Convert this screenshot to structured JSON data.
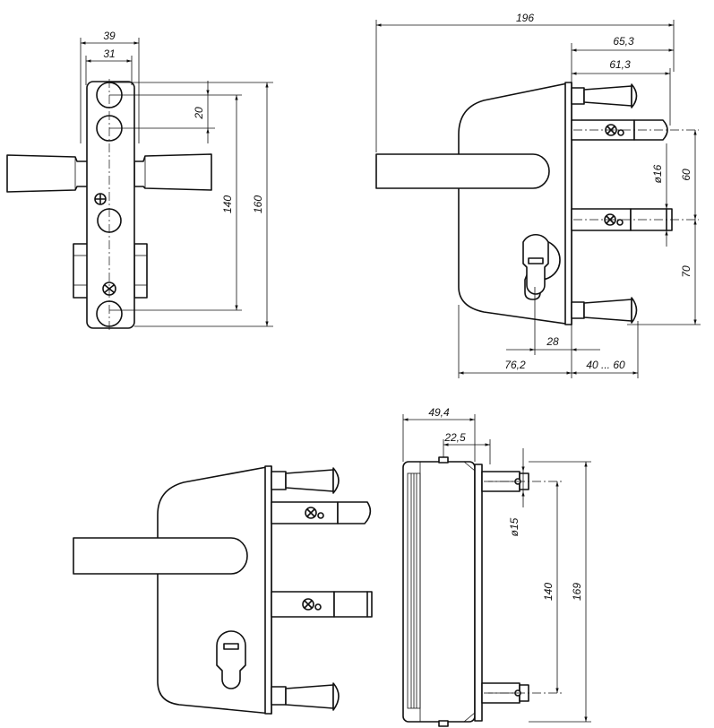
{
  "dimensions": {
    "v1_width_outer": "39",
    "v1_width_inner": "31",
    "v1_small": "20",
    "v1_mid": "140",
    "v1_total": "160",
    "v2_overall": "196",
    "v2_a": "65,3",
    "v2_b": "61,3",
    "v2_diam": "ø16",
    "v2_60": "60",
    "v2_70": "70",
    "v2_28": "28",
    "v2_762": "76,2",
    "v2_range": "40 ... 60",
    "v4_494": "49,4",
    "v4_225": "22,5",
    "v4_diam": "ø15",
    "v4_140": "140",
    "v4_169": "169"
  }
}
